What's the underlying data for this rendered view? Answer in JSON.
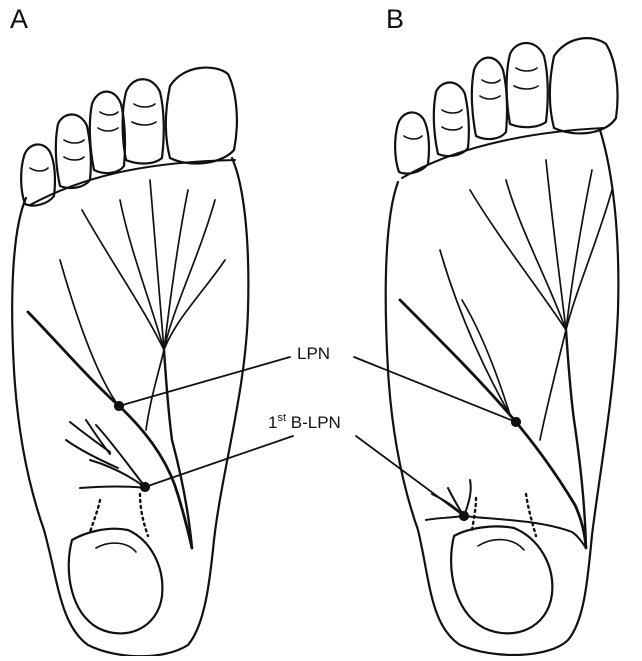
{
  "panels": {
    "a": {
      "label": "A"
    },
    "b": {
      "label": "B"
    }
  },
  "callouts": {
    "lpn": "LPN",
    "first_branch_superscript_base": "1",
    "first_branch_superscript": "st",
    "first_branch_suffix": " B-LPN"
  },
  "colors": {
    "ink": "#111111",
    "background": "#ffffff"
  }
}
